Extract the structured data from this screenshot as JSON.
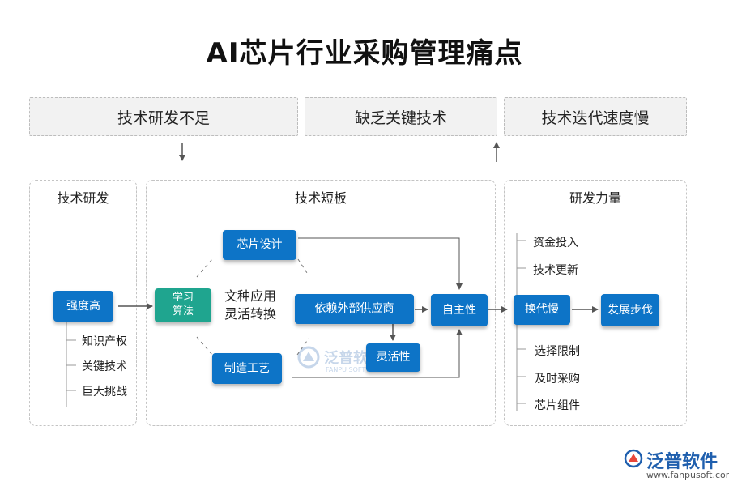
{
  "title": "AI芯片行业采购管理痛点",
  "top_boxes": [
    "技术研发不足",
    "缺乏关键技术",
    "技术迭代速度慢"
  ],
  "panels": {
    "left_title": "技术研发",
    "middle_title": "技术短板",
    "right_title": "研发力量"
  },
  "left": {
    "node": "强度高",
    "items": [
      "知识产权",
      "关键技术",
      "巨大挑战"
    ]
  },
  "middle": {
    "learn": "学习\n算法",
    "text_line1": "文种应用",
    "text_line2": "灵活转换",
    "chip_design": "芯片设计",
    "manufacture": "制造工艺",
    "supply": "依赖外部供应商",
    "flexible": "灵活性",
    "autonomy": "自主性"
  },
  "right": {
    "slow": "换代慢",
    "hard": "发展步伐",
    "top_items": [
      "资金投入",
      "技术更新"
    ],
    "bottom_items": [
      "选择限制",
      "及时采购",
      "芯片组件"
    ]
  },
  "logo": {
    "name": "泛普软件",
    "url": "www.fanpusoft.com",
    "watermark_name": "泛普软件",
    "watermark_url": "FANPU SOFTWARE"
  },
  "colors": {
    "primary": "#0d74c7",
    "teal": "#1fa58f",
    "line": "#555555",
    "brand": "#1f5fae"
  }
}
